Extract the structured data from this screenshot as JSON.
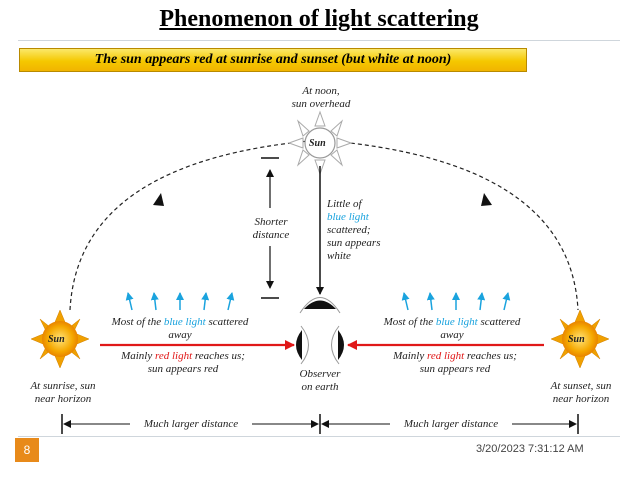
{
  "slide": {
    "title": "Phenomenon of light scattering",
    "subtitle": "The sun appears red at sunrise and sunset (but white at noon)",
    "number": "8",
    "timestamp": "3/20/2023 7:31:12 AM"
  },
  "diagram": {
    "noon_label_1": "At noon,",
    "noon_label_2": "sun overhead",
    "sun_label": "Sun",
    "shorter_1": "Shorter",
    "shorter_2": "distance",
    "little_1": "Little of",
    "little_2": "blue light",
    "little_3": "scattered;",
    "little_4": "sun appears",
    "little_5": "white",
    "scatter_pre": "Most of the ",
    "scatter_blue": "blue light",
    "scatter_post": " scattered",
    "scatter_away": "away",
    "mainly_pre": "Mainly ",
    "mainly_red": "red light",
    "mainly_post": " reaches us;",
    "appears_red": "sun appears red",
    "observer_1": "Observer",
    "observer_2": "on earth",
    "sunrise_1": "At sunrise, sun",
    "sunrise_2": "near horizon",
    "sunset_1": "At sunset, sun",
    "sunset_2": "near horizon",
    "larger_distance": "Much larger distance"
  },
  "colors": {
    "banner": "#f5c800",
    "blue_light": "#1aa3de",
    "red_light": "#e01818",
    "slide_number_bg": "#e88a1a"
  }
}
